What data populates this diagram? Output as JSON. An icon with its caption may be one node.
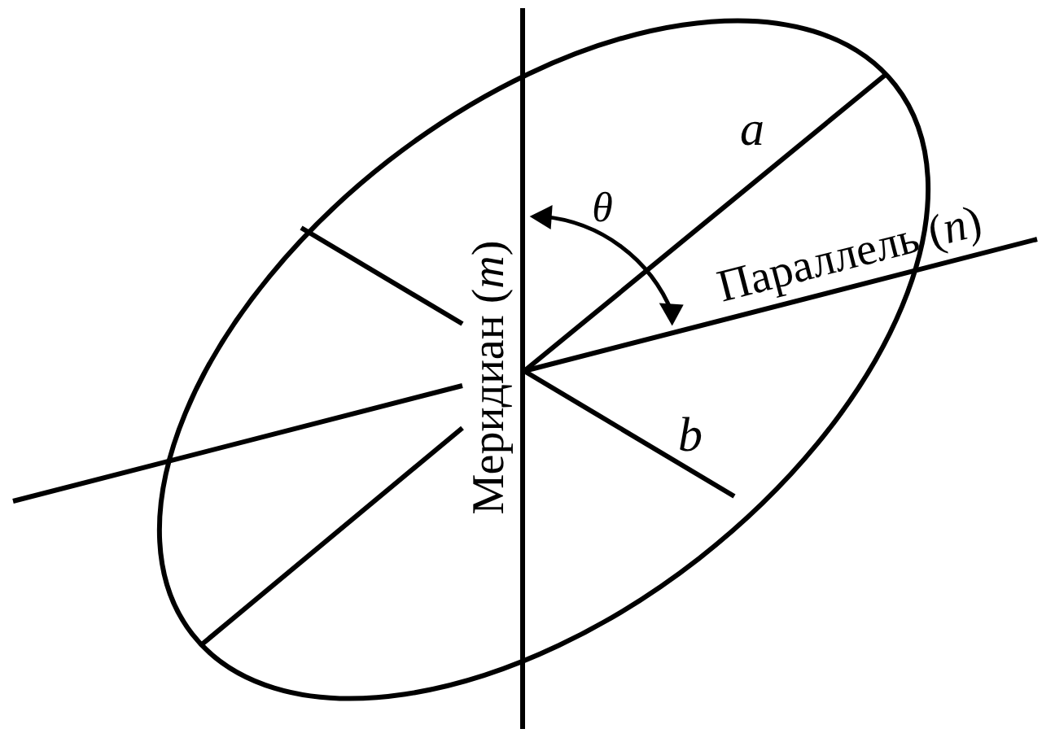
{
  "diagram": {
    "labels": [
      "a",
      "θ",
      "Параллель (*n*)",
      "Меридиан (*m*)",
      "b"
    ]
  }
}
